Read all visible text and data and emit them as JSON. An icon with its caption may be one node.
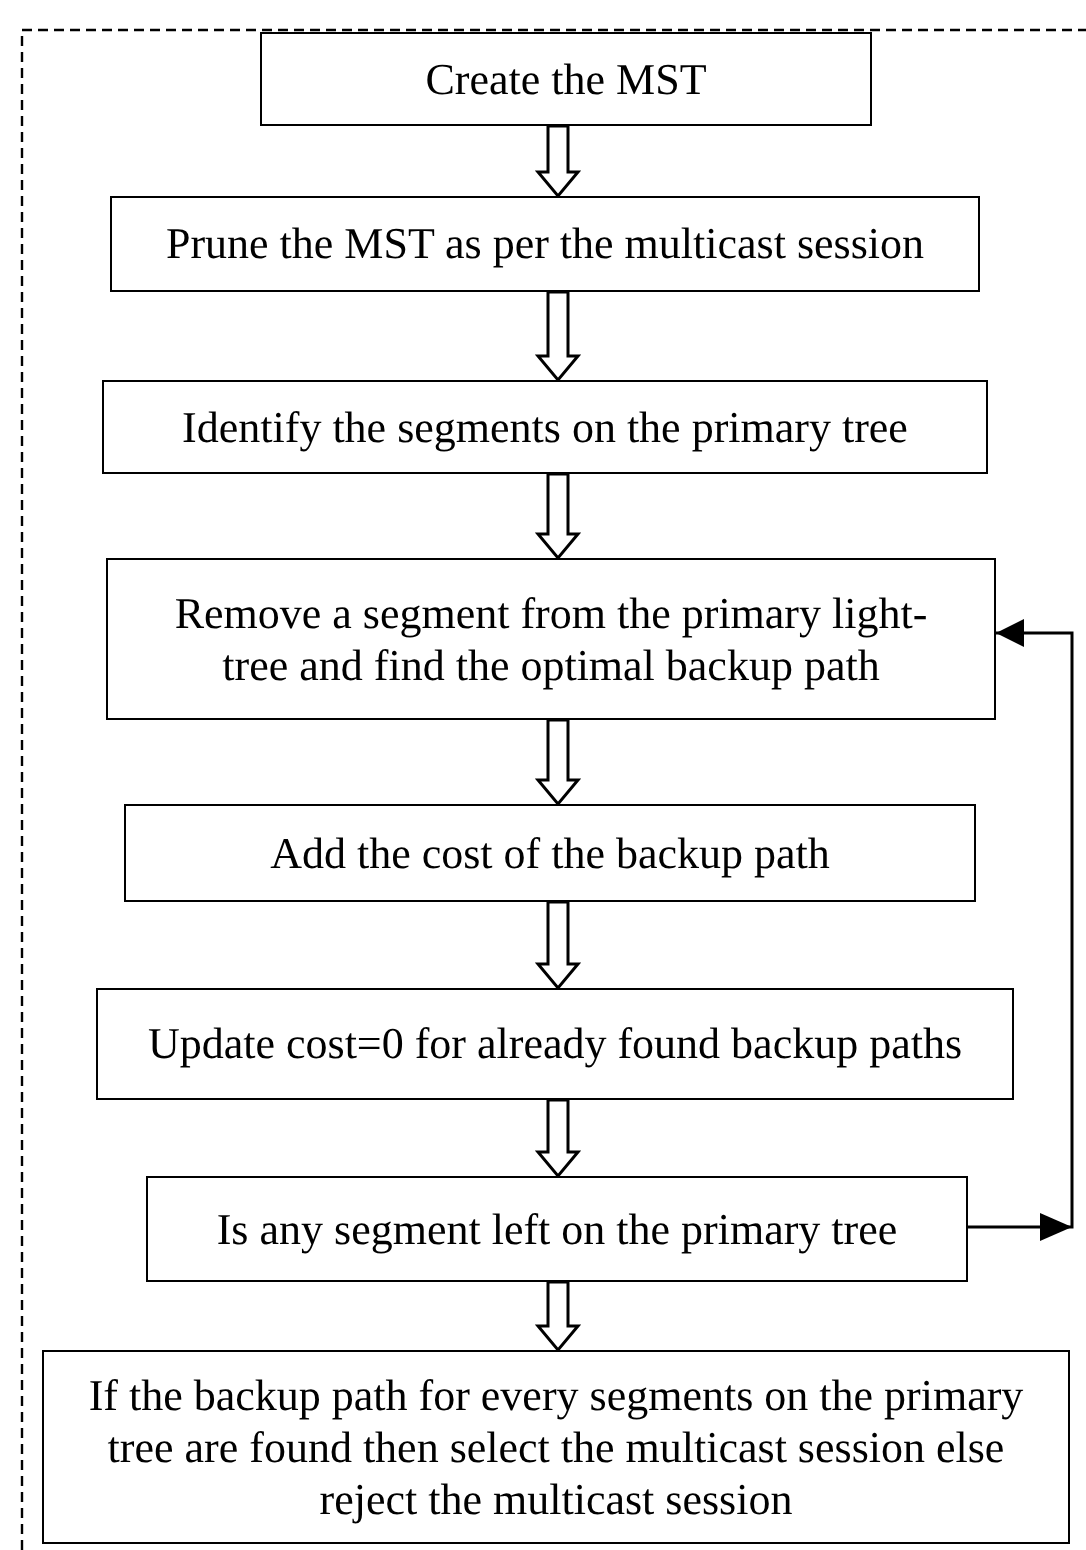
{
  "diagram": {
    "nodes": [
      {
        "text": [
          "Create the MST"
        ]
      },
      {
        "text": [
          "Prune the MST as per the multicast session"
        ]
      },
      {
        "text": [
          "Identify the segments on the primary tree"
        ]
      },
      {
        "text": [
          "Remove a segment from the primary light-tree and find the optimal backup path"
        ]
      },
      {
        "text": [
          "Add the cost of the backup path"
        ]
      },
      {
        "text": [
          "Update cost=0 for already found backup paths"
        ]
      },
      {
        "text": [
          "Is any segment left on the primary tree"
        ]
      },
      {
        "text": [
          "If the backup path for every segments on the primary tree are found then select the multicast session else reject the multicast session"
        ]
      }
    ],
    "edges": [
      {
        "from": 0,
        "to": 1,
        "arrow": "to"
      },
      {
        "from": 1,
        "to": 2,
        "arrow": "to"
      },
      {
        "from": 2,
        "to": 3,
        "arrow": "to"
      },
      {
        "from": 3,
        "to": 4,
        "arrow": "to"
      },
      {
        "from": 4,
        "to": 5,
        "arrow": "to"
      },
      {
        "from": 5,
        "to": 6,
        "arrow": "to"
      },
      {
        "from": 6,
        "to": 7,
        "arrow": "to"
      },
      {
        "from": 6,
        "to": 3,
        "arrow": "to"
      }
    ]
  }
}
